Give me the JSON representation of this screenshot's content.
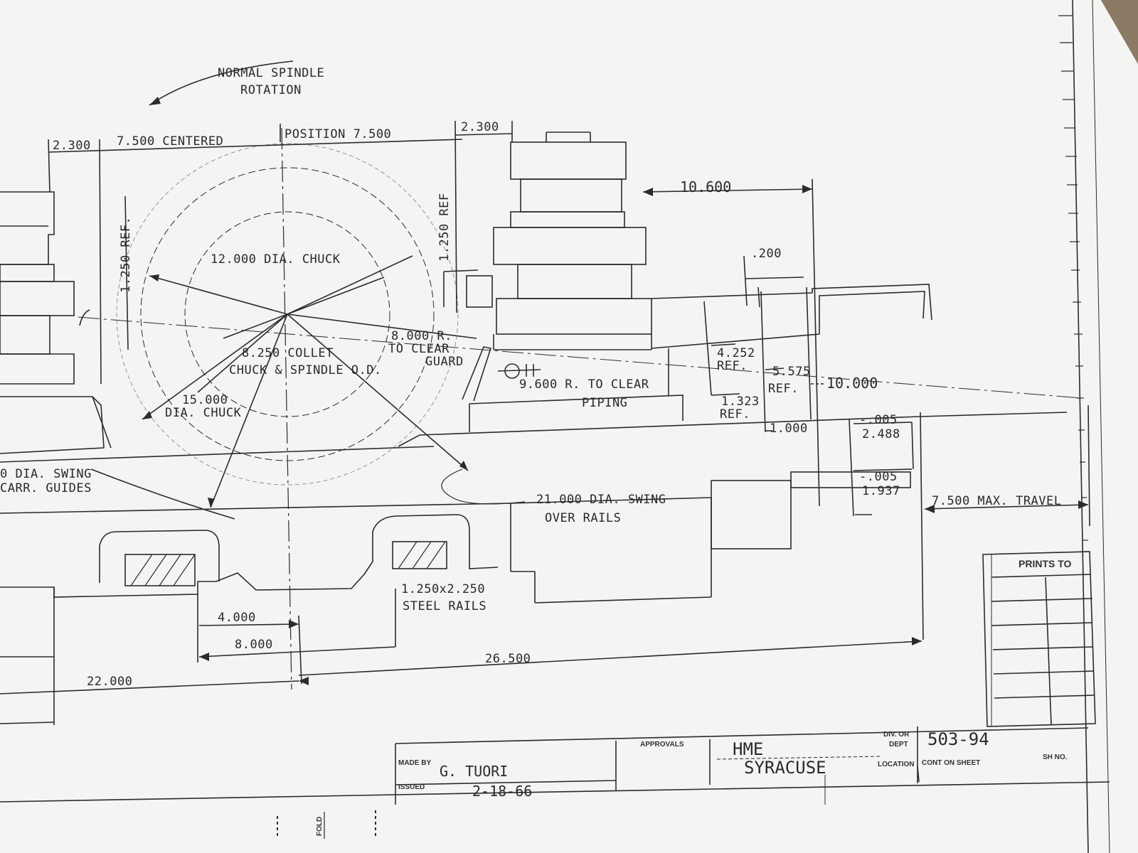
{
  "dims": {
    "d2300_left": "2.300",
    "d7500_centered": "7.500 CENTERED",
    "position_7500": "POSITION 7.500",
    "d2300_right": "2.300",
    "normal_spindle_1": "NORMAL SPINDLE",
    "normal_spindle_2": "ROTATION",
    "d10600": "10.600",
    "d1250_ref_left": "1.250 REF.",
    "d1250_ref_right": "1.250 REF",
    "chuck_12000": "12.000 DIA. CHUCK",
    "collet_8250_1": "8.250 COLLET",
    "collet_8250_2": "CHUCK & SPINDLE O.D.",
    "r8000_1": "8.000 R.",
    "r8000_2": "TO CLEAR",
    "r8000_3": "GUARD",
    "chuck_15000_1": "15.000",
    "chuck_15000_2": "DIA. CHUCK",
    "r9600": "9.600 R. TO CLEAR",
    "piping": "PIPING",
    "d200": ".200",
    "d4252_1": "4.252",
    "d4252_2": "REF.",
    "d5575_1": "5.575",
    "d5575_2": "REF.",
    "d10000": "10.000",
    "d1323_1": "1.323",
    "d1323_2": "REF.",
    "d1000": "1.000",
    "tol_005a": "-.005",
    "d2488": "2.488",
    "tol_005b": "-.005",
    "d1937": "1.937",
    "swing_carr_1": "0 DIA. SWING",
    "swing_carr_2": "CARR. GUIDES",
    "swing_rails_1": "21.000 DIA. SWING",
    "swing_rails_2": "OVER RAILS",
    "max_travel": "7.500 MAX. TRAVEL",
    "rails_1": "1.250x2.250",
    "rails_2": "STEEL RAILS",
    "d4000": "4.000",
    "d8000": "8.000",
    "d26500": "26.500",
    "d22000": "22.000"
  },
  "title_block": {
    "prints_to": "PRINTS TO",
    "made_by_label": "MADE BY",
    "made_by": "G. TUORI",
    "issued_label": "ISSUED",
    "issued": "2-18-66",
    "approvals": "APPROVALS",
    "div_or_dept": "DIV. OR",
    "dept": "DEPT",
    "division": "HME",
    "location_label": "LOCATION",
    "location": "SYRACUSE",
    "drawing_no": "503-94",
    "cont_on_sheet": "CONT ON SHEET",
    "sh_no": "SH NO.",
    "fold": "FOLD"
  }
}
